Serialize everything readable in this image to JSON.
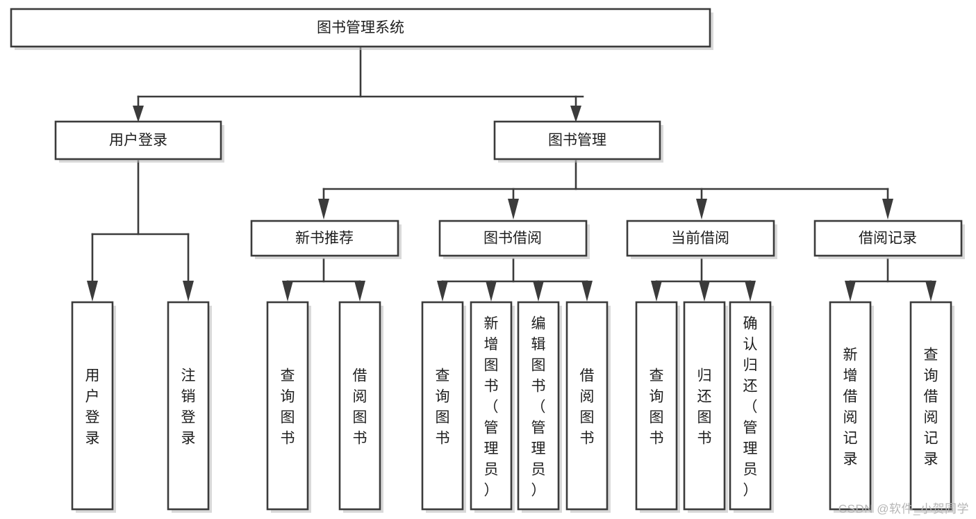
{
  "diagram": {
    "title": "图书管理系统",
    "watermark": "CSDN @软件_小贺同学",
    "accent_color": "#3b3b3b",
    "background_color": "#ffffff",
    "root": {
      "id": "root",
      "label": "图书管理系统",
      "orientation": "horizontal"
    },
    "level1": [
      {
        "id": "user-login",
        "label": "用户登录",
        "orientation": "horizontal"
      },
      {
        "id": "book-manage",
        "label": "图书管理",
        "orientation": "horizontal"
      }
    ],
    "level2": [
      {
        "id": "new-book-recommend",
        "label": "新书推荐",
        "parent": "book-manage",
        "orientation": "horizontal"
      },
      {
        "id": "book-borrow",
        "label": "图书借阅",
        "parent": "book-manage",
        "orientation": "horizontal"
      },
      {
        "id": "current-borrow",
        "label": "当前借阅",
        "parent": "book-manage",
        "orientation": "horizontal"
      },
      {
        "id": "borrow-record",
        "label": "借阅记录",
        "parent": "book-manage",
        "orientation": "horizontal"
      }
    ],
    "leaves": [
      {
        "id": "leaf-user-login",
        "label": "用户登录",
        "parent": "user-login",
        "orientation": "vertical"
      },
      {
        "id": "leaf-logout-login",
        "label": "注销登录",
        "parent": "user-login",
        "orientation": "vertical"
      },
      {
        "id": "leaf-query-book-1",
        "label": "查询图书",
        "parent": "new-book-recommend",
        "orientation": "vertical"
      },
      {
        "id": "leaf-borrow-book-1",
        "label": "借阅图书",
        "parent": "new-book-recommend",
        "orientation": "vertical"
      },
      {
        "id": "leaf-query-book-2",
        "label": "查询图书",
        "parent": "book-borrow",
        "orientation": "vertical"
      },
      {
        "id": "leaf-add-book",
        "label": "新增图书（管理员）",
        "parent": "book-borrow",
        "orientation": "vertical"
      },
      {
        "id": "leaf-edit-book",
        "label": "编辑图书（管理员）",
        "parent": "book-borrow",
        "orientation": "vertical"
      },
      {
        "id": "leaf-borrow-book-2",
        "label": "借阅图书",
        "parent": "book-borrow",
        "orientation": "vertical"
      },
      {
        "id": "leaf-query-book-3",
        "label": "查询图书",
        "parent": "current-borrow",
        "orientation": "vertical"
      },
      {
        "id": "leaf-return-book",
        "label": "归还图书",
        "parent": "current-borrow",
        "orientation": "vertical"
      },
      {
        "id": "leaf-confirm-return",
        "label": "确认归还（管理员）",
        "parent": "current-borrow",
        "orientation": "vertical"
      },
      {
        "id": "leaf-add-record",
        "label": "新增借阅记录",
        "parent": "borrow-record",
        "orientation": "vertical"
      },
      {
        "id": "leaf-query-record",
        "label": "查询借阅记录",
        "parent": "borrow-record",
        "orientation": "vertical"
      }
    ]
  }
}
